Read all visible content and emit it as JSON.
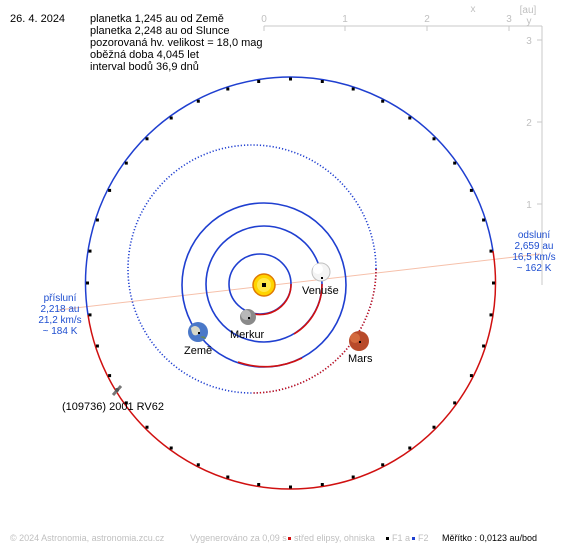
{
  "date": "26. 4. 2024",
  "info_lines": [
    "planetka 1,245 au od Země",
    "planetka 2,248 au od Slunce",
    "pozorovaná hv. velikost = 18,0 mag",
    "oběžná doba 4,045 let",
    "interval bodů 36,9 dnů"
  ],
  "axes": {
    "unit_label": "[au]",
    "x_label": "x",
    "y_label": "y",
    "x_ticks": [
      "0",
      "1",
      "2",
      "3"
    ],
    "y_ticks": [
      "3",
      "2",
      "1"
    ]
  },
  "perihelion": {
    "title": "přísluní",
    "distance": "2,218 au",
    "speed": "21,2 km/s",
    "time": "~ 184 K"
  },
  "aphelion": {
    "title": "odsluní",
    "distance": "2,659 au",
    "speed": "16,5 km/s",
    "time": "~ 162 K"
  },
  "planets": [
    {
      "key": "sun",
      "label": ""
    },
    {
      "key": "mercury",
      "label": "Merkur"
    },
    {
      "key": "venus",
      "label": "Venuše"
    },
    {
      "key": "earth",
      "label": "Země"
    },
    {
      "key": "mars",
      "label": "Mars"
    }
  ],
  "asteroid_label": "(109736) 2001 RV62",
  "footer": {
    "copyright": "© 2024 Astronomia, astronomia.zcu.cz",
    "generated": "Vygenerováno za 0,09 s",
    "legend_center": "střed elipsy, ohniska",
    "legend_f1": "F1 a",
    "legend_f2": "F2",
    "scale": "Měřítko : 0,0123 au/bod"
  },
  "colors": {
    "orbit_far": "#1f3fd0",
    "orbit_near": "#d01010",
    "axis": "#c0c0c0",
    "link_line": "#f4b8a0",
    "label_blue": "#1f4fd0"
  }
}
